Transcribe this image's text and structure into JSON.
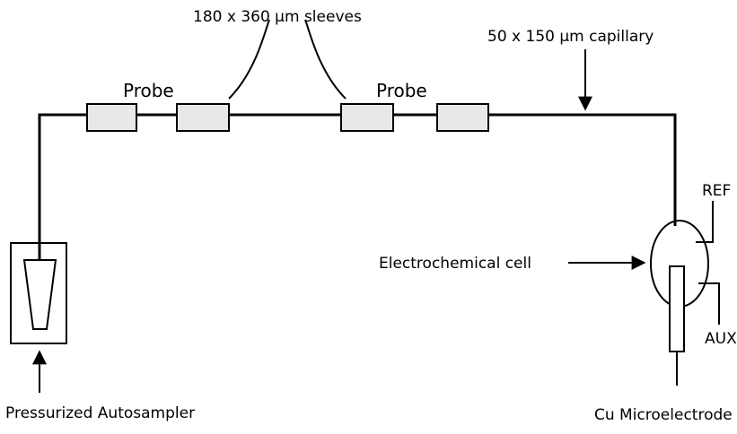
{
  "diagram": {
    "labels": {
      "sleeves": "180 x 360 μm sleeves",
      "capillary": "50 x 150 μm capillary",
      "probe_left": "Probe",
      "probe_right": "Probe",
      "cell": "Electrochemical cell",
      "ref": "REF",
      "aux": "AUX",
      "autosampler": "Pressurized Autosampler",
      "electrode": "Cu Microelectrode"
    },
    "colors": {
      "line": "#000000",
      "sleeve_fill": "#e8e8e8",
      "background": "#ffffff"
    }
  }
}
